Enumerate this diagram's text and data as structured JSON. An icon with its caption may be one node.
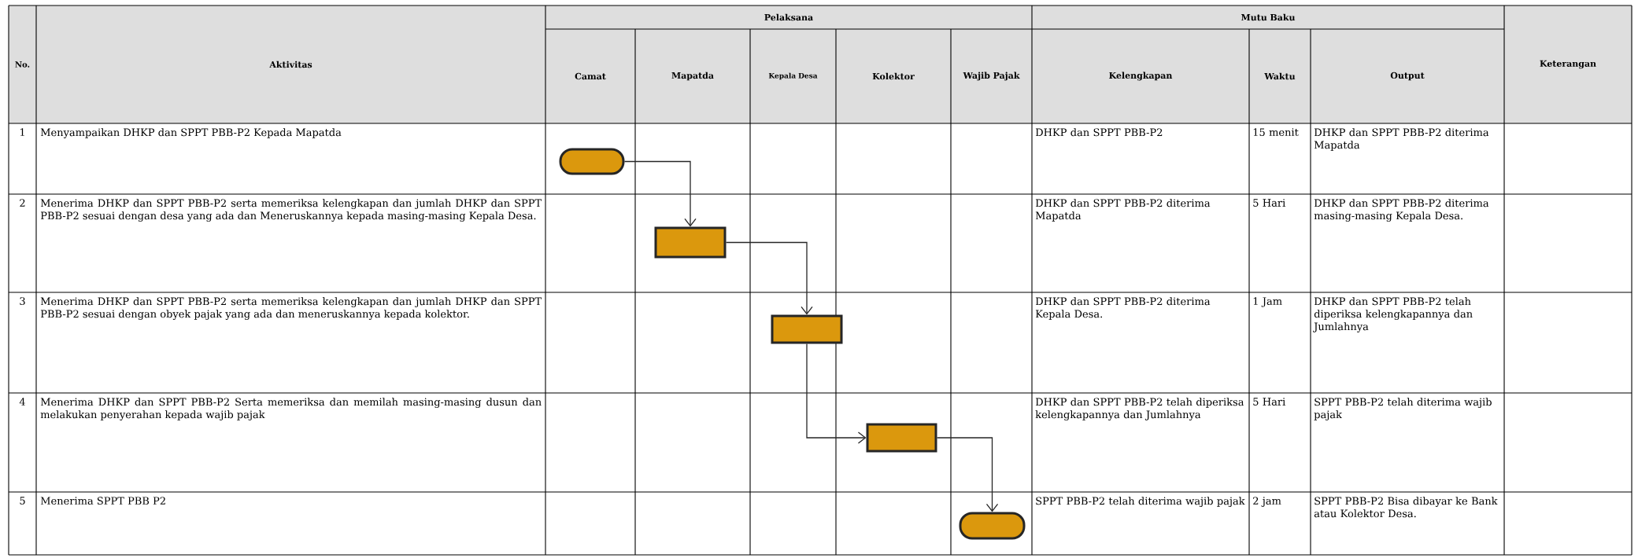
{
  "diagram": {
    "nodes": [
      {
        "text": [],
        "shape": "oval"
      },
      {
        "text": [],
        "shape": "box"
      },
      {
        "text": [],
        "shape": "box"
      },
      {
        "text": [],
        "shape": "box"
      },
      {
        "text": [],
        "shape": "oval"
      }
    ],
    "edges": [
      {
        "from": 0,
        "to": 1,
        "arrow": "to"
      },
      {
        "from": 1,
        "to": 2,
        "arrow": "to"
      },
      {
        "from": 2,
        "to": 3,
        "arrow": "to"
      },
      {
        "from": 3,
        "to": 4,
        "arrow": "to"
      }
    ],
    "labels": [
      "No.",
      "Aktivitas",
      "Pelaksana",
      "Mutu Baku",
      "Keterangan",
      "Camat",
      "Mapatda",
      "Kepala Desa",
      "Kolektor",
      "Wajib Pajak",
      "Kelengkapan",
      "Waktu",
      "Output",
      "1",
      "Menyampaikan DHKP dan SPPT PBB-P2 Kepada Mapatda",
      "DHKP dan SPPT PBB-P2",
      "15 menit",
      "DHKP dan SPPT PBB-P2 diterima Mapatda",
      "2",
      "Menerima DHKP dan SPPT PBB-P2 serta memeriksa kelengkapan dan jumlah DHKP dan SPPT PBB-P2 sesuai dengan desa yang ada dan Meneruskannya kepada masing-masing Kepala Desa.",
      "DHKP dan SPPT PBB-P2 diterima Mapatda",
      "5 Hari",
      "DHKP dan SPPT PBB-P2 diterima masing-masing Kepala Desa.",
      "3",
      "Menerima DHKP dan SPPT PBB-P2 serta memeriksa kelengkapan dan jumlah DHKP dan SPPT PBB-P2 sesuai dengan obyek pajak yang ada dan meneruskannya kepada kolektor.",
      "DHKP dan SPPT PBB-P2 diterima Kepala Desa.",
      "1 Jam",
      "DHKP dan SPPT PBB-P2 telah diperiksa kelengkapannya dan Jumlahnya",
      "4",
      "Menerima DHKP dan SPPT PBB-P2 Serta memeriksa dan memilah masing-masing dusun dan melakukan penyerahan kepada wajib pajak",
      "DHKP dan SPPT PBB-P2 telah diperiksa kelengkapannya dan Jumlahnya",
      "5 Hari",
      "SPPT PBB-P2 telah diterima wajib pajak",
      "5",
      "Menerima SPPT PBB P2",
      "SPPT PBB-P2 telah diterima wajib pajak",
      "2 jam",
      "SPPT PBB-P2 Bisa dibayar ke Bank atau Kolektor Desa."
    ]
  }
}
